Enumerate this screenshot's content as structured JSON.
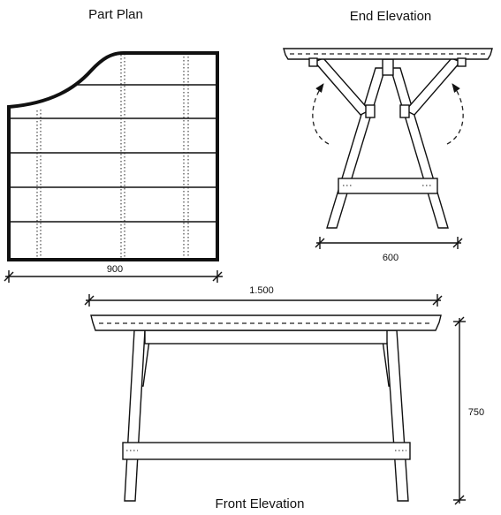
{
  "titles": {
    "part_plan": "Part Plan",
    "end_elevation": "End Elevation",
    "front_elevation": "Front Elevation"
  },
  "dimensions": {
    "plan_width": "900",
    "end_width": "600",
    "front_length": "1.500",
    "front_height": "750"
  }
}
